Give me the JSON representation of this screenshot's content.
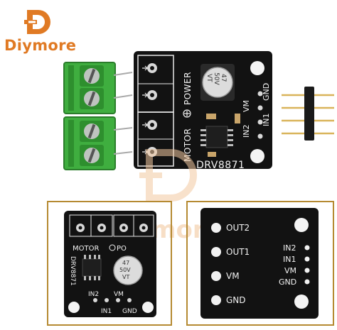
{
  "brand": {
    "logo_letter": "D",
    "name": "Diymore",
    "accent_color": "#e07a24"
  },
  "watermark": {
    "text": "Diymore",
    "color": "#f2c9a0"
  },
  "main_board": {
    "power_label": "POWER",
    "motor_label": "MOTOR",
    "chip_label": "DRV8871",
    "pins": [
      "GND",
      "VM",
      "IN1",
      "IN2"
    ],
    "cap_text": [
      "47",
      "50V",
      "VT"
    ]
  },
  "front_board": {
    "motor_label": "MOTOR",
    "power_label": "PO",
    "chip_label": "DRV8871",
    "pins_bottom": [
      "IN2",
      "IN1",
      "VM",
      "GND"
    ],
    "cap_text": [
      "47",
      "50V",
      "VT"
    ]
  },
  "back_board": {
    "left_labels": [
      "OUT2",
      "OUT1",
      "VM",
      "GND"
    ],
    "right_labels": [
      "IN2",
      "IN1",
      "VM",
      "GND"
    ]
  },
  "colors": {
    "pcb": "#121212",
    "terminal_green": "#3fae3f",
    "frame_gold": "#b58a32",
    "header_pin_gold": "#d9b45a"
  }
}
